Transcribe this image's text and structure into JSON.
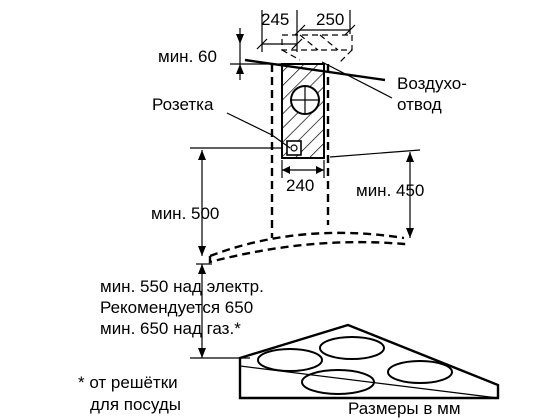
{
  "dimensions": {
    "top_left_width": "245",
    "top_right_width": "250",
    "ceiling_min": "мин. 60",
    "duct_width": "240",
    "hood_to_socket": "мин. 450",
    "hood_height": "мин. 500",
    "clearance_electric": "мин. 550 над электр.",
    "clearance_recommended": "Рекомендуется 650",
    "clearance_gas": "мин. 650 над газ.*"
  },
  "labels": {
    "air_outlet_line1": "Воздухо-",
    "air_outlet_line2": "отвод",
    "socket": "Розетка",
    "footnote_line1": "* от решётки",
    "footnote_line2": "для посуды",
    "units": "Размеры в мм"
  },
  "colors": {
    "ink": "#000000",
    "background": "#ffffff"
  }
}
